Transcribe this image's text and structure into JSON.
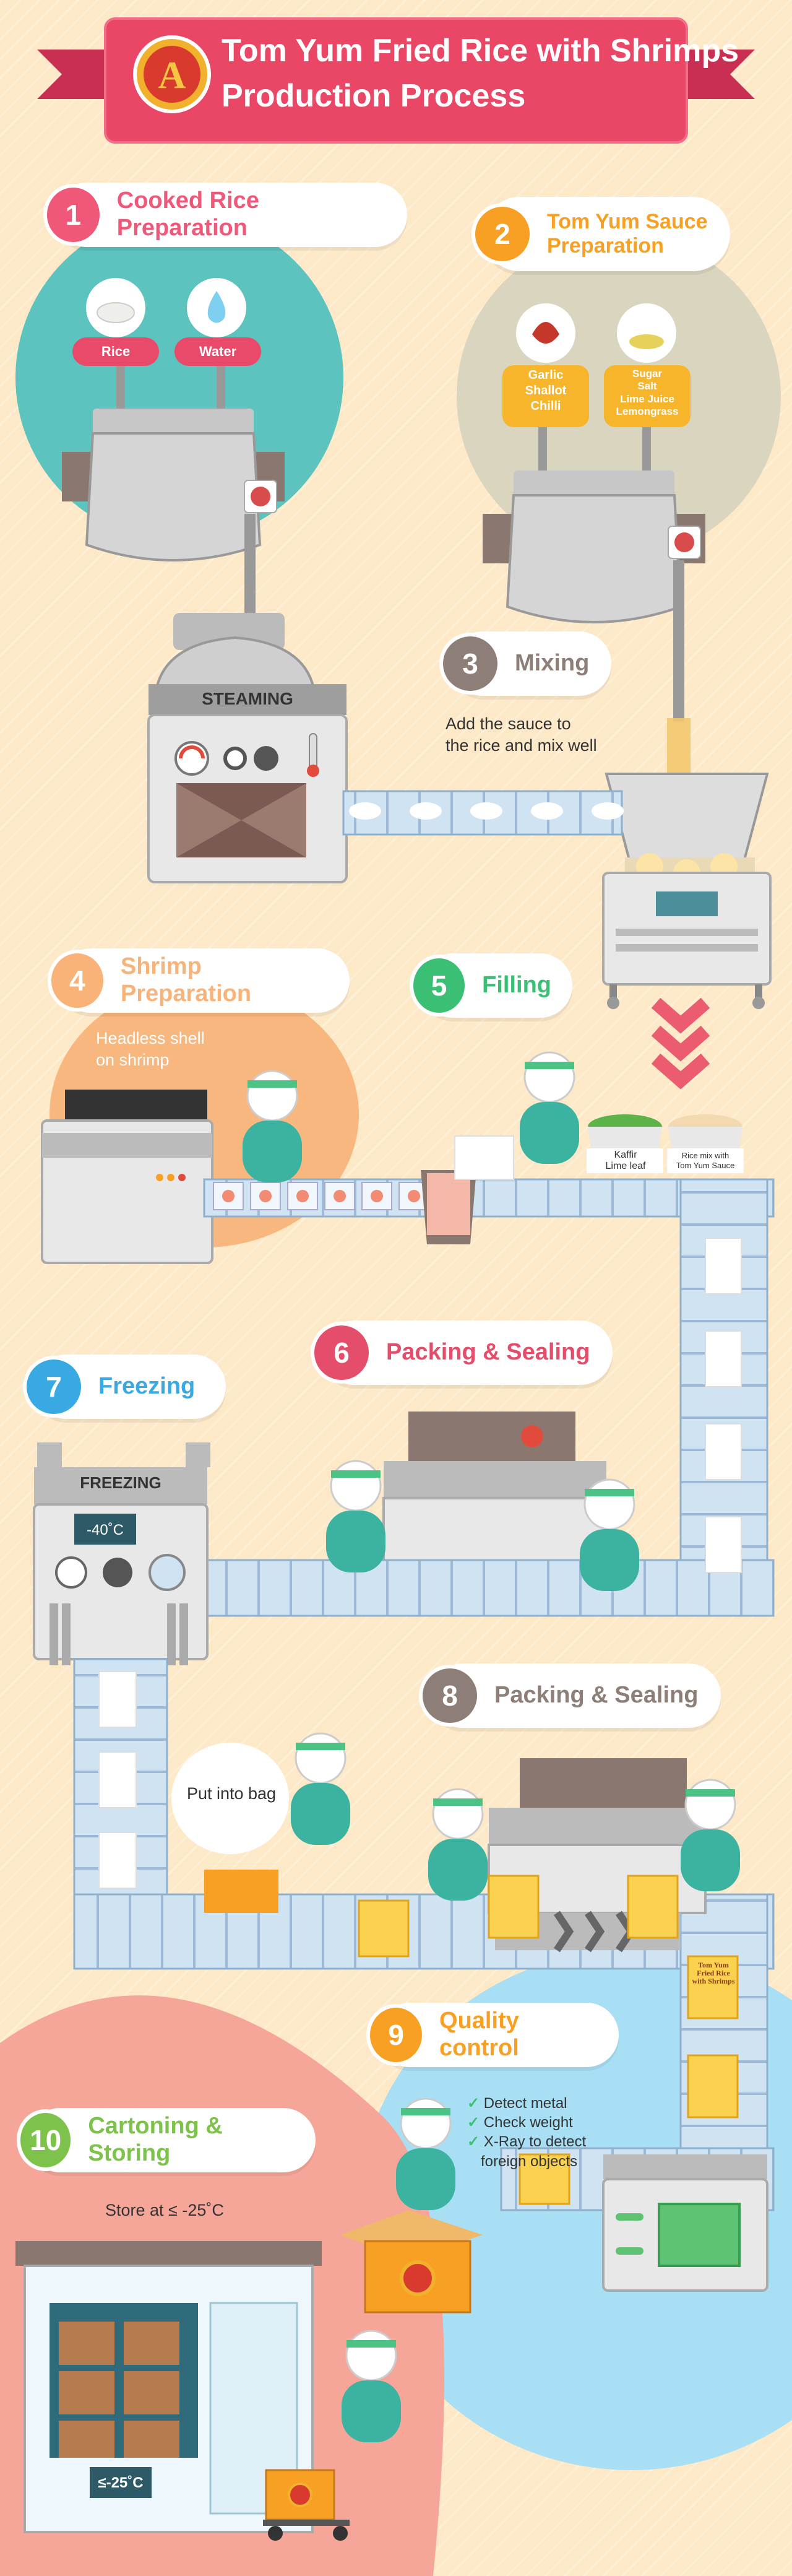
{
  "header": {
    "title_line1": "Tom Yum Fried Rice with Shrimps",
    "title_line2": "Production Process",
    "logo_letter": "A"
  },
  "colors": {
    "step1": "#f0587a",
    "step2": "#f7a023",
    "step3": "#8d7f78",
    "step4": "#f9b277",
    "step5": "#3bbf75",
    "step6": "#e44e6b",
    "step7": "#39a9e4",
    "step8": "#8d7f78",
    "step9": "#f7a023",
    "step10": "#7dc24b"
  },
  "steps": [
    {
      "number": "1",
      "title": "Cooked Rice Preparation"
    },
    {
      "number": "2",
      "title_line1": "Tom Yum Sauce",
      "title_line2": "Preparation"
    },
    {
      "number": "3",
      "title": "Mixing"
    },
    {
      "number": "4",
      "title": "Shrimp Preparation"
    },
    {
      "number": "5",
      "title": "Filling"
    },
    {
      "number": "6",
      "title": "Packing & Sealing"
    },
    {
      "number": "7",
      "title": "Freezing"
    },
    {
      "number": "8",
      "title": "Packing & Sealing"
    },
    {
      "number": "9",
      "title": "Quality control"
    },
    {
      "number": "10",
      "title": "Cartoning & Storing"
    }
  ],
  "ingredients": {
    "rice": "Rice",
    "water": "Water",
    "sauce_left": [
      "Garlic",
      "Shallot",
      "Chilli"
    ],
    "sauce_right": [
      "Sugar",
      "Salt",
      "Lime Juice",
      "Lemongrass"
    ]
  },
  "machines": {
    "steaming": "STEAMING",
    "freezing": "FREEZING",
    "freezer_temp": "-40˚C",
    "storage_temp": "≤-25˚C"
  },
  "notes": {
    "mixing": [
      "Add the sauce to",
      "the rice and mix well"
    ],
    "shrimp": [
      "Headless shell",
      "on shrimp"
    ],
    "put_into_bag": "Put into bag",
    "storage": "Store at ≤ -25˚C",
    "kaffir": [
      "Kaffir",
      "Lime leaf"
    ],
    "rice_mix": [
      "Rice mix with",
      "Tom Yum Sauce"
    ]
  },
  "quality_checks": [
    "Detect metal",
    "Check weight",
    "X-Ray to detect",
    "foreign objects"
  ],
  "package_label": [
    "Tom Yum",
    "Fried Rice",
    "with Shrimps"
  ]
}
